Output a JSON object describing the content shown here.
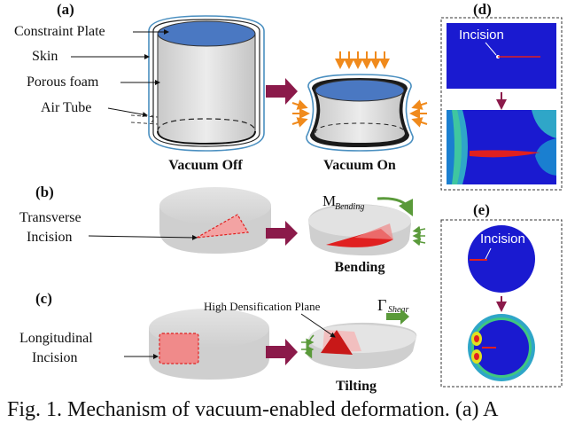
{
  "panels": {
    "a": {
      "tag": "(a)",
      "labels": [
        "Constraint Plate",
        "Skin",
        "Porous foam",
        "Air Tube"
      ],
      "state_off": "Vacuum Off",
      "state_on": "Vacuum On"
    },
    "b": {
      "tag": "(b)",
      "incision_line1": "Transverse",
      "incision_line2": "Incision",
      "moment_symbol": "M",
      "moment_subscript": "Bending",
      "result": "Bending"
    },
    "c": {
      "tag": "(c)",
      "incision_line1": "Longitudinal",
      "incision_line2": "Incision",
      "plane_label": "High Densification Plane",
      "force_symbol": "Γ",
      "force_subscript": "Shear",
      "result": "Tilting"
    },
    "d": {
      "tag": "(d)",
      "label": "Incision"
    },
    "e": {
      "tag": "(e)",
      "label": "Incision"
    }
  },
  "caption": "Fig. 1.  Mechanism of vacuum-enabled deformation. (a) A",
  "colors": {
    "arrow_maroon": "#8b1a4a",
    "plate_blue": "#4a78c2",
    "sim_blue": "#1a1ad0",
    "incision_red": "#e02020",
    "force_orange": "#f08a1c",
    "moment_green": "#5a9a3a"
  }
}
